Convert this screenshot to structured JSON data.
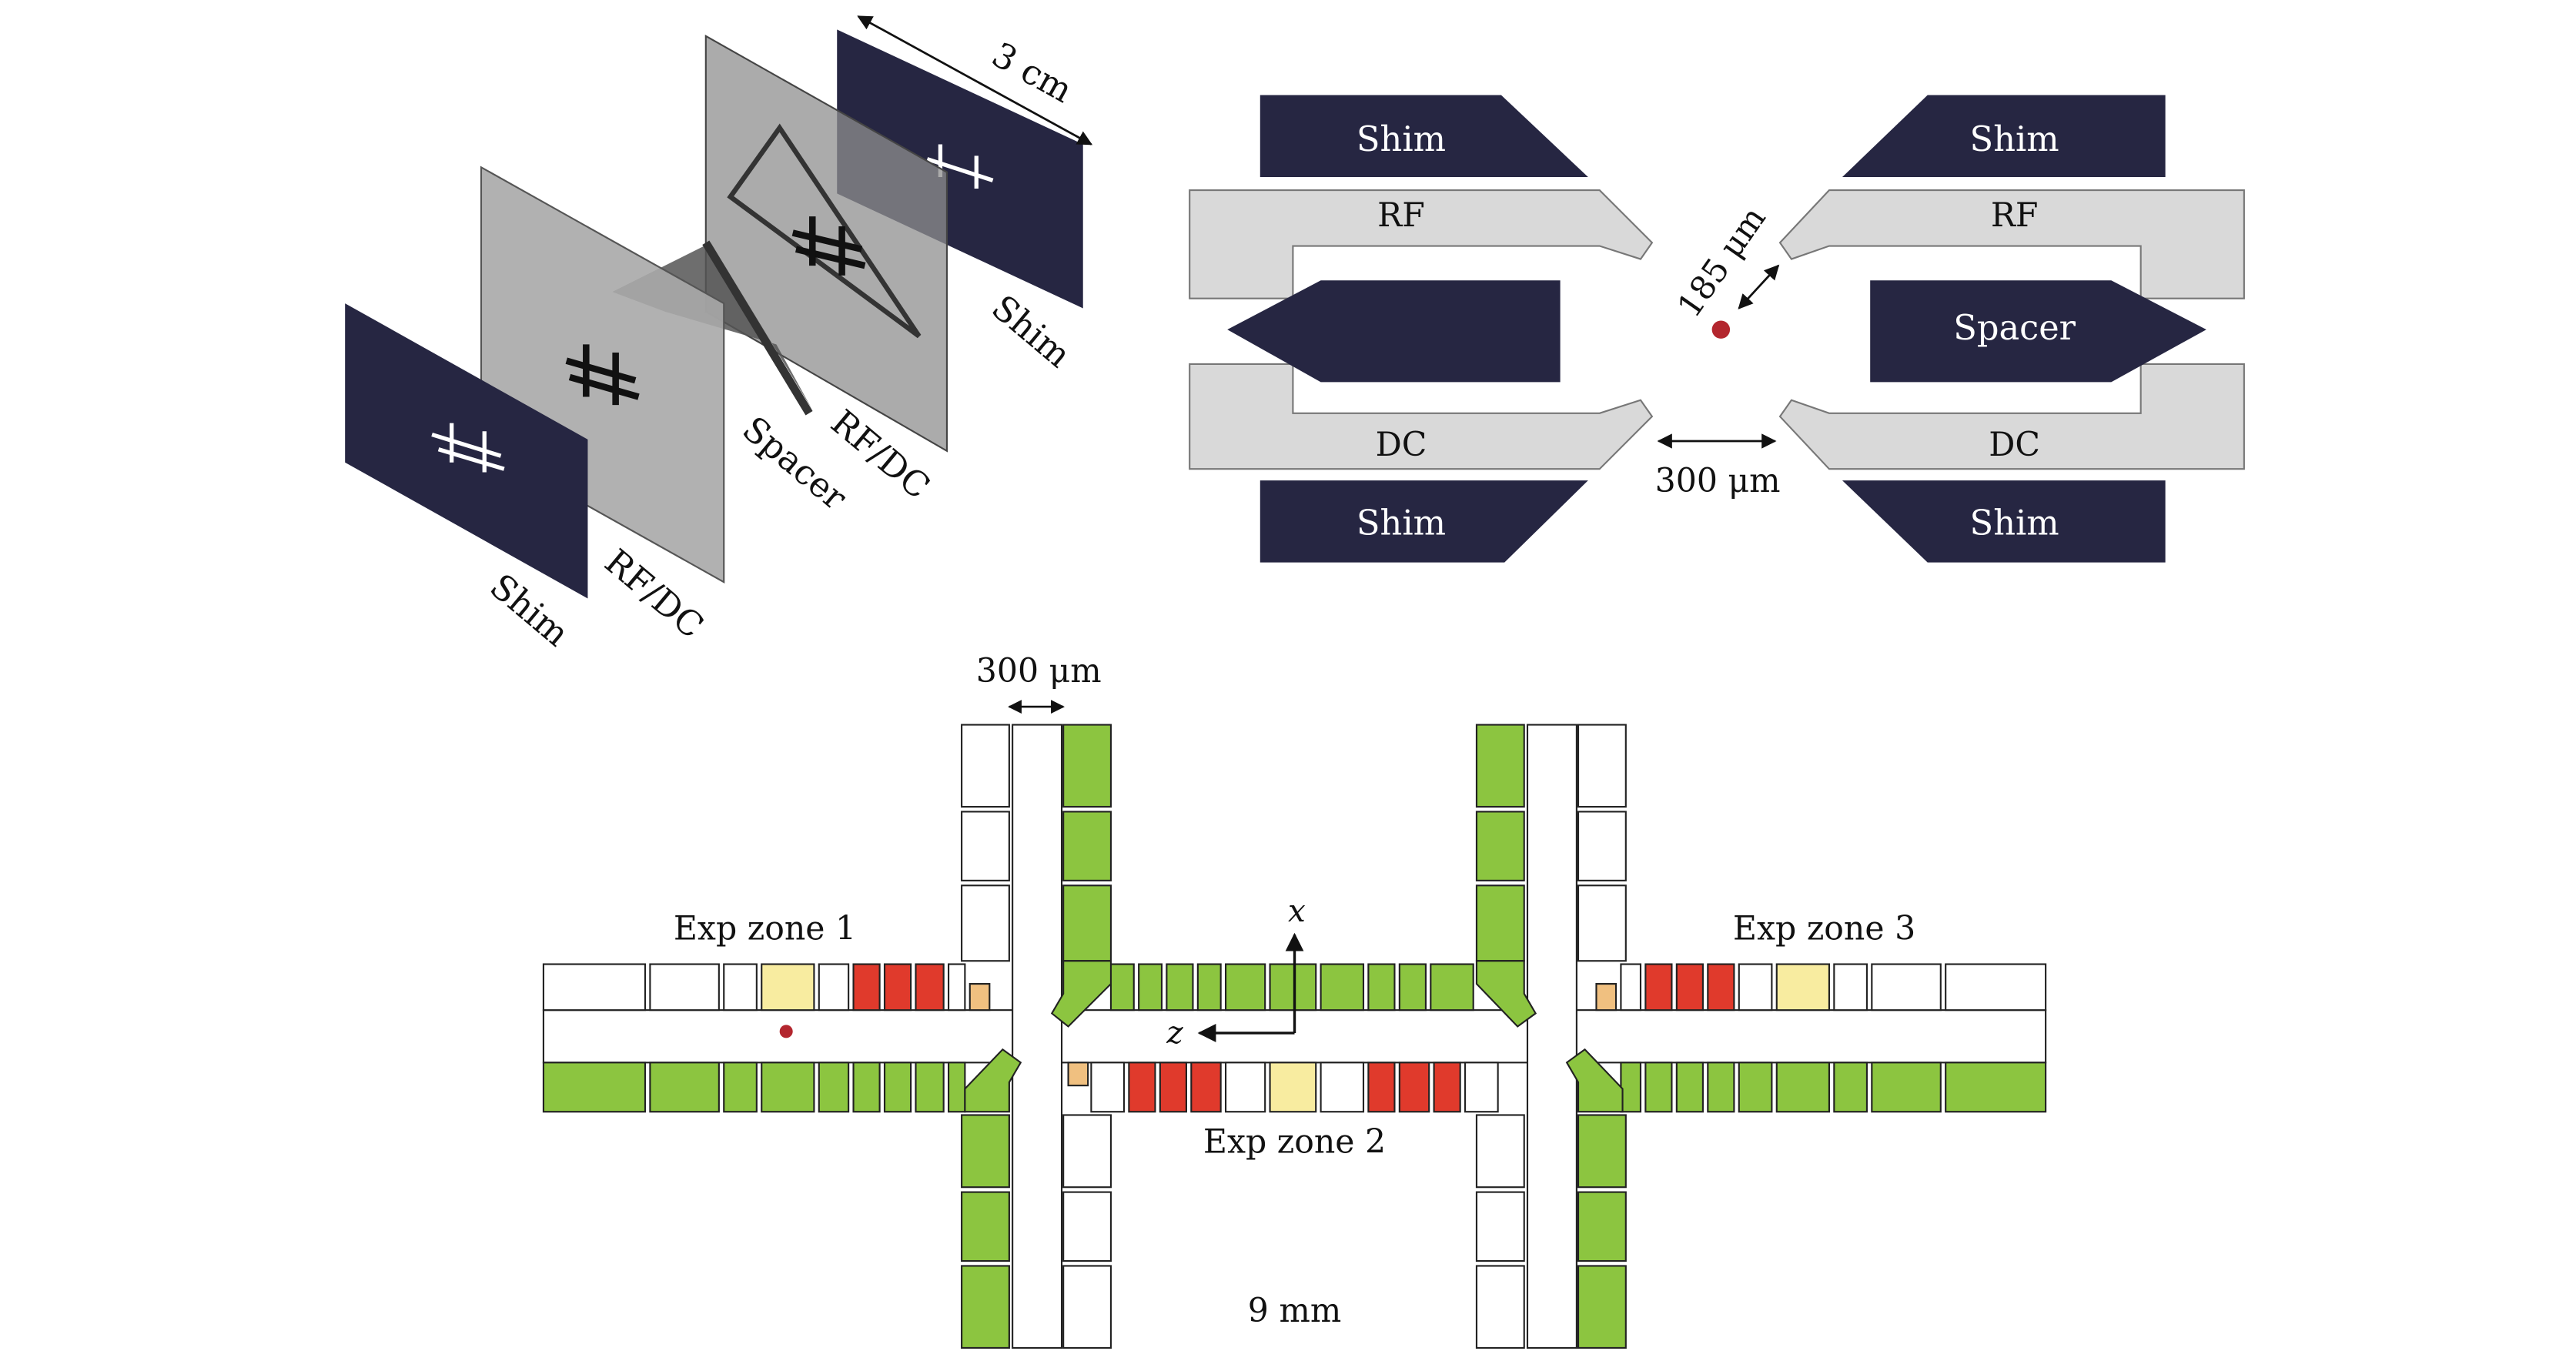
{
  "exploded": {
    "dimension": "3 cm",
    "layers": [
      "Shim",
      "RF/DC",
      "Spacer",
      "RF/DC",
      "Shim"
    ]
  },
  "cross": {
    "shim": "Shim",
    "rf": "RF",
    "dc": "DC",
    "spacer": "Spacer",
    "ion_distance": "185 μm",
    "gap": "300 μm"
  },
  "layout": {
    "width_label": "300 μm",
    "zones": [
      "Exp zone 1",
      "Exp zone 2",
      "Exp zone 3"
    ],
    "axis_x": "x",
    "axis_z": "z",
    "length": "9 mm"
  },
  "colors": {
    "navy": "#262642",
    "rf_gray": "#d9d9d9",
    "plate_gray": "#a9a9a9",
    "green": "#8cc540",
    "red": "#e03a2c",
    "yellow": "#f8eca0",
    "ion": "#b3262e"
  }
}
